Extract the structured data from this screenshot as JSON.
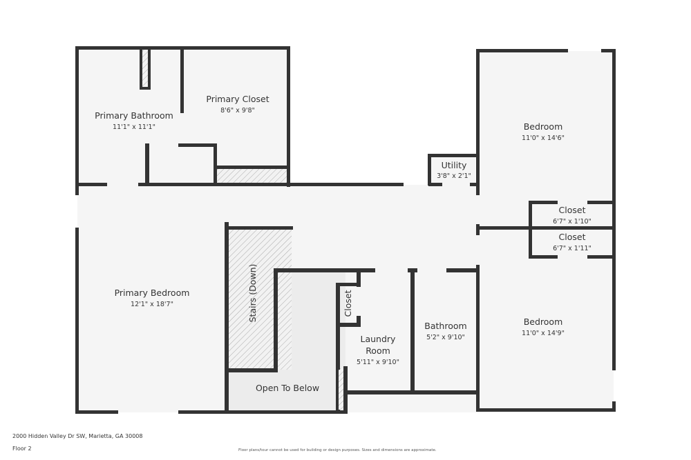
{
  "footer": {
    "address": "2000 Hidden Valley Dr SW, Marietta, GA 30008",
    "floor": "Floor 2",
    "disclaimer": "Floor plans/tour cannot be used for building or design purposes. Sizes and dimensions are approximate."
  },
  "rooms": {
    "primary_bathroom": {
      "name": "Primary Bathroom",
      "dim": "11'1\" x 11'1\""
    },
    "primary_closet": {
      "name": "Primary Closet",
      "dim": "8'6\" x 9'8\""
    },
    "utility": {
      "name": "Utility",
      "dim": "3'8\" x 2'1\""
    },
    "bedroom_top": {
      "name": "Bedroom",
      "dim": "11'0\" x 14'6\""
    },
    "closet_upper": {
      "name": "Closet",
      "dim": "6'7\" x 1'10\""
    },
    "closet_lower": {
      "name": "Closet",
      "dim": "6'7\" x 1'11\""
    },
    "primary_bedroom": {
      "name": "Primary Bedroom",
      "dim": "12'1\" x 18'7\""
    },
    "stairs": {
      "name": "Stairs (Down)"
    },
    "closet_small": {
      "name": "Closet"
    },
    "laundry_room": {
      "name_line1": "Laundry",
      "name_line2": "Room",
      "dim": "5'11\" x 9'10\""
    },
    "bathroom": {
      "name": "Bathroom",
      "dim": "5'2\" x 9'10\""
    },
    "bedroom_bottom": {
      "name": "Bedroom",
      "dim": "11'0\" x 14'9\""
    },
    "open_to_below": {
      "name": "Open To Below"
    }
  },
  "colors": {
    "wall": "#333333",
    "floor": "#f5f5f5",
    "open": "#ececec"
  }
}
